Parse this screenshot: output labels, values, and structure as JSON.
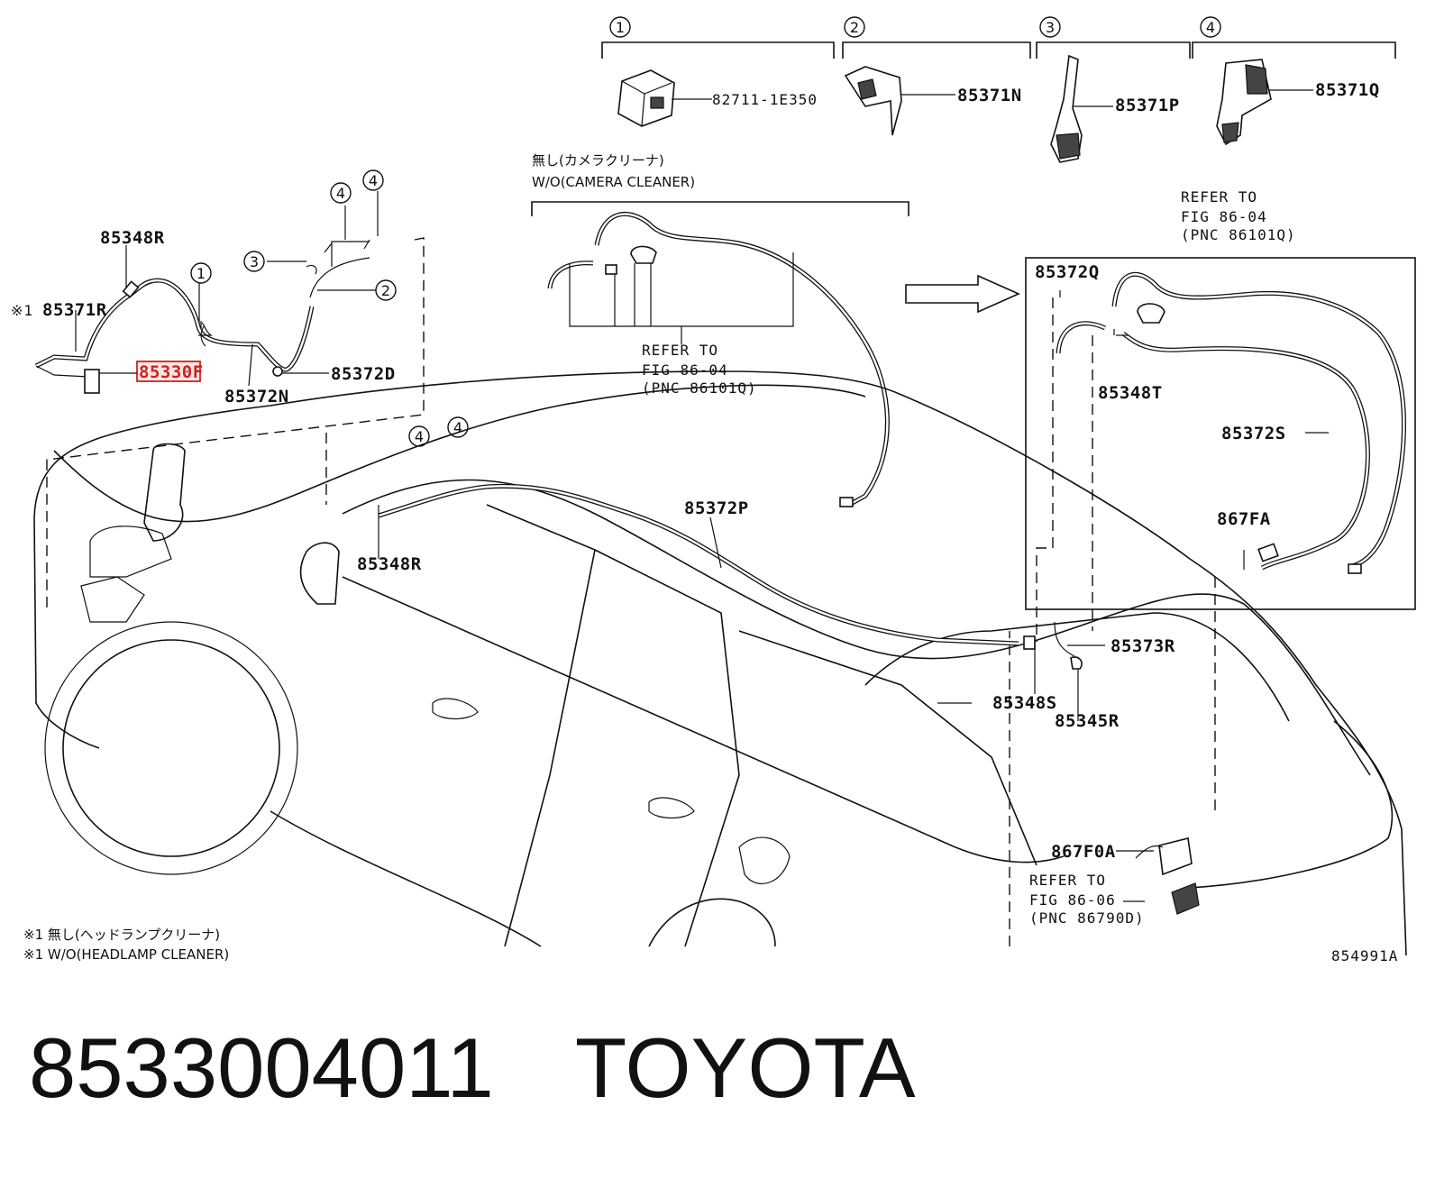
{
  "callouts": {
    "c1": "1",
    "c2": "2",
    "c3": "3",
    "c4": "4"
  },
  "top_parts": {
    "p1": "82711-1E350",
    "p2": "85371N",
    "p3": "85371P",
    "p4": "85371Q"
  },
  "camera_cleaner": {
    "jp": "無し(カメラクリーナ)",
    "en": "W/O(CAMERA CLEANER)"
  },
  "refer_a": {
    "l1": "REFER TO",
    "l2": "FIG 86-04",
    "l3": "(PNC 86101Q)"
  },
  "refer_b": {
    "l1": "REFER TO",
    "l2": "FIG 86-04",
    "l3": "(PNC 86101Q)"
  },
  "refer_c": {
    "l1": "REFER TO",
    "l2": "FIG 86-06",
    "l3": "(PNC 86790D)"
  },
  "labels": {
    "l85348R_top": "85348R",
    "l85371R": "85371R",
    "mark1": "※1",
    "l85330F": "85330F",
    "l85372N": "85372N",
    "l85372D": "85372D",
    "l85372P": "85372P",
    "l85348R_mid": "85348R",
    "l85372Q": "85372Q",
    "l85348T": "85348T",
    "l85372S": "85372S",
    "l867FA": "867FA",
    "l85373R": "85373R",
    "l85348S": "85348S",
    "l85345R": "85345R",
    "l867F0A": "867F0A",
    "fig_id": "854991A"
  },
  "notes": {
    "jp": "※1 無し(ヘッドランプクリーナ)",
    "en": "※1 W/O(HEADLAMP CLEANER)"
  },
  "caption": {
    "part_number": "8533004011",
    "brand": "TOYOTA"
  },
  "colors": {
    "highlight": "#d02020",
    "ink": "#111111"
  }
}
